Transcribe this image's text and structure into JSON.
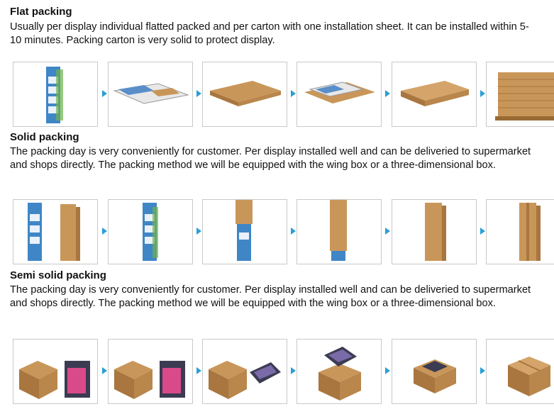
{
  "sections": [
    {
      "title": "Flat packing",
      "description": "Usually per display individual flatted packed and per carton with one installation sheet. It can be installed within 5-10 minutes. Packing carton is very solid to protect display.",
      "steps": [
        "display-stand-icon",
        "flat-panels-icon",
        "open-flat-carton-icon",
        "panels-in-carton-icon",
        "closed-flat-carton-icon",
        "stacked-cartons-on-pallet-icon"
      ]
    },
    {
      "title": "Solid packing",
      "description": "The packing day is very conveniently for customer. Per display installed well and can be deliveried to supermarket and shops directly. The packing method we will be equipped with the wing box or a three-dimensional box.",
      "steps": [
        "display-with-tall-box-icon",
        "display-stand-icon",
        "box-lowered-on-display-icon",
        "box-covering-display-icon",
        "tall-box-icon",
        "tall-box-sealed-icon"
      ]
    },
    {
      "title": "Semi solid packing",
      "description": "The packing day is very conveniently for customer. Per display installed well and can be deliveried to supermarket and shops directly. The packing method we will be equipped with the wing box or a three-dimensional box.",
      "steps": [
        "open-box-with-tray-icon",
        "open-box-with-tray-icon",
        "open-box-with-tray-icon",
        "tray-in-box-icon",
        "tray-in-box-icon",
        "closed-box-icon"
      ]
    }
  ],
  "colors": {
    "arrow": "#2a9fd6",
    "border": "#c9c9c9",
    "cardboard": "#c9965a"
  }
}
